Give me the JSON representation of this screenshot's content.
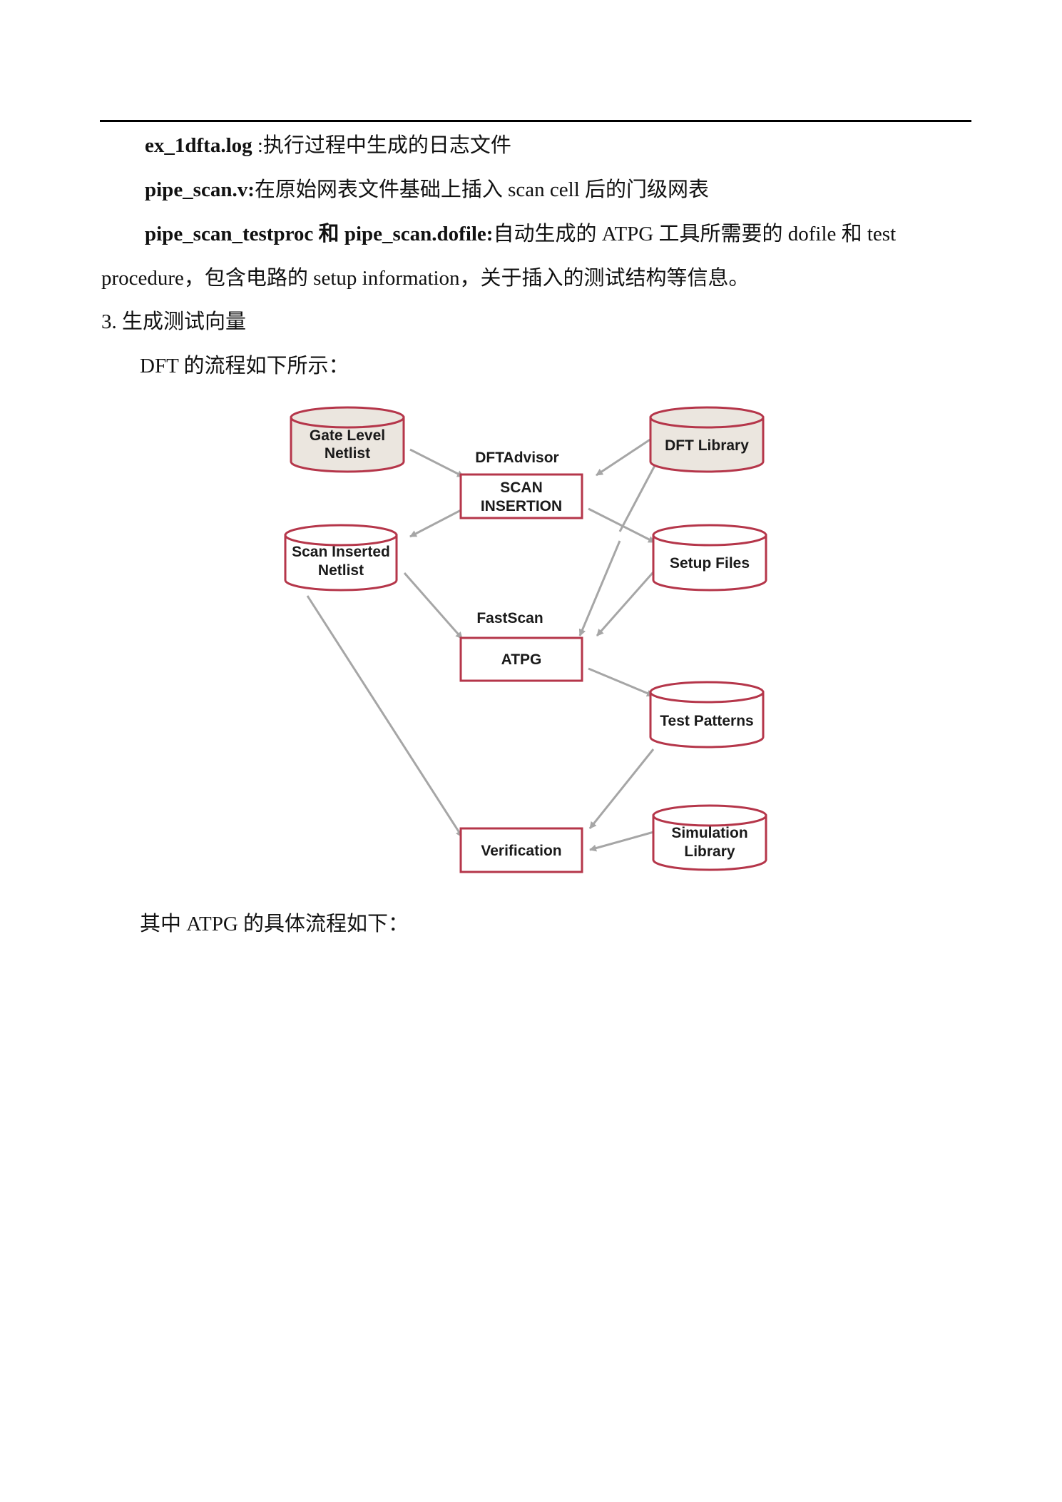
{
  "paragraphs": {
    "p1": {
      "term": "ex_1dfta.log",
      "text": " :执行过程中生成的日志文件"
    },
    "p2": {
      "term": "pipe_scan.v:",
      "text": "在原始网表文件基础上插入 scan cell 后的门级网表"
    },
    "p3": {
      "term1": "pipe_scan_testproc",
      "conj": " 和 ",
      "term2": "pipe_scan.dofile:",
      "text": "自动生成的 ATPG 工具所需要的 dofile 和 test"
    },
    "p3b": "procedure，包含电路的 setup information，关于插入的测试结构等信息。",
    "heading": "3.  生成测试向量",
    "intro": "DFT 的流程如下所示：",
    "outro": "其中 ATPG 的具体流程如下："
  },
  "diagram": {
    "nodes": {
      "gate_level_netlist": [
        "Gate Level",
        "Netlist"
      ],
      "dft_library": [
        "DFT Library"
      ],
      "dftadvisor_label": "DFTAdvisor",
      "scan_insertion": [
        "SCAN",
        "INSERTION"
      ],
      "scan_inserted_netlist": [
        "Scan Inserted",
        "Netlist"
      ],
      "setup_files": [
        "Setup Files"
      ],
      "fastscan_label": "FastScan",
      "atpg": [
        "ATPG"
      ],
      "test_patterns": [
        "Test Patterns"
      ],
      "simulation_library": [
        "Simulation",
        "Library"
      ],
      "verification": [
        "Verification"
      ]
    },
    "colors": {
      "border": "#b5364a",
      "shaded_fill": "#ebe6df",
      "arrow": "#a6a6a6"
    }
  }
}
